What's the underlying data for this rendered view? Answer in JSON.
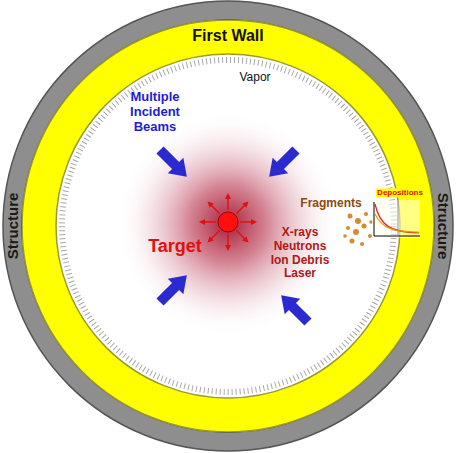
{
  "diagram": {
    "nodes": [
      {
        "text": [
          "Structure",
          "Structure"
        ]
      },
      {
        "text": [
          "First Wall"
        ],
        "in": 0
      }
    ],
    "labels": [
      "Multiple Incident Beams",
      "Vapor",
      "Target",
      "X-rays Neutrons Ion Debris Laser",
      "Fragments",
      "Depositions"
    ]
  }
}
